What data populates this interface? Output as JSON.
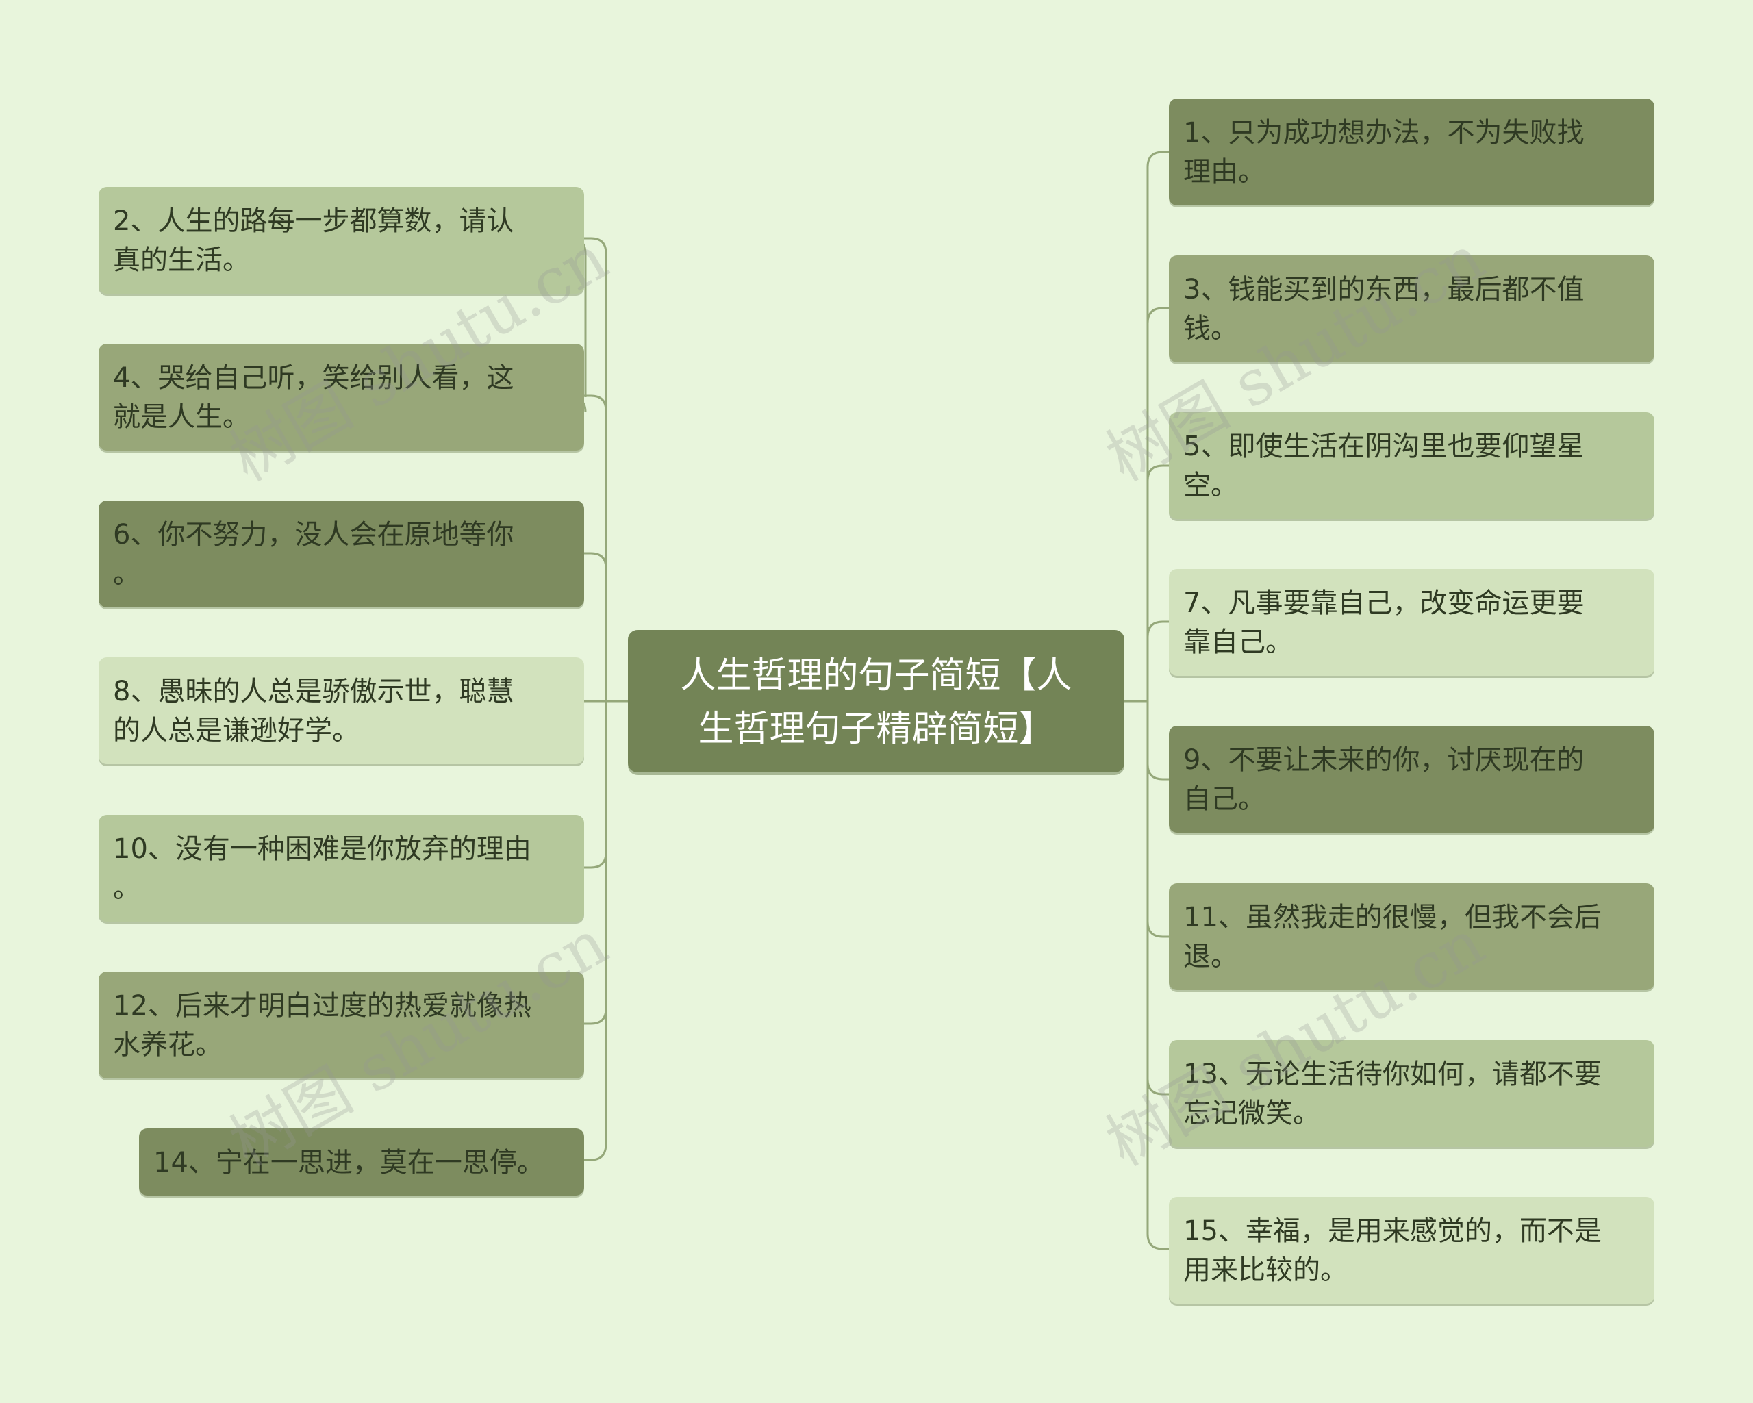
{
  "title": "人生哲理的句子简短【人\n生哲理句子精辟简短】",
  "watermark": "树图 shutu.cn",
  "colors": {
    "background": "#e8f5dc",
    "center": "#738456",
    "connector": "#95a87a"
  },
  "left_items": [
    "2、人生的路每一步都算数，请认\n真的生活。",
    "4、哭给自己听，笑给别人看，这\n就是人生。",
    "6、你不努力，没人会在原地等你\n。",
    "8、愚昧的人总是骄傲示世，聪慧\n的人总是谦逊好学。",
    "10、没有一种困难是你放弃的理由\n。",
    "12、后来才明白过度的热爱就像热\n水养花。",
    "14、宁在一思进，莫在一思停。"
  ],
  "right_items": [
    "1、只为成功想办法，不为失败找\n理由。",
    "3、钱能买到的东西，最后都不值\n钱。",
    "5、即使生活在阴沟里也要仰望星\n空。",
    "7、凡事要靠自己，改变命运更要\n靠自己。",
    "9、不要让未来的你，讨厌现在的\n自己。",
    "11、虽然我走的很慢，但我不会后\n退。",
    "13、无论生活待你如何，请都不要\n忘记微笑。",
    "15、幸福，是用来感觉的，而不是\n用来比较的。"
  ]
}
